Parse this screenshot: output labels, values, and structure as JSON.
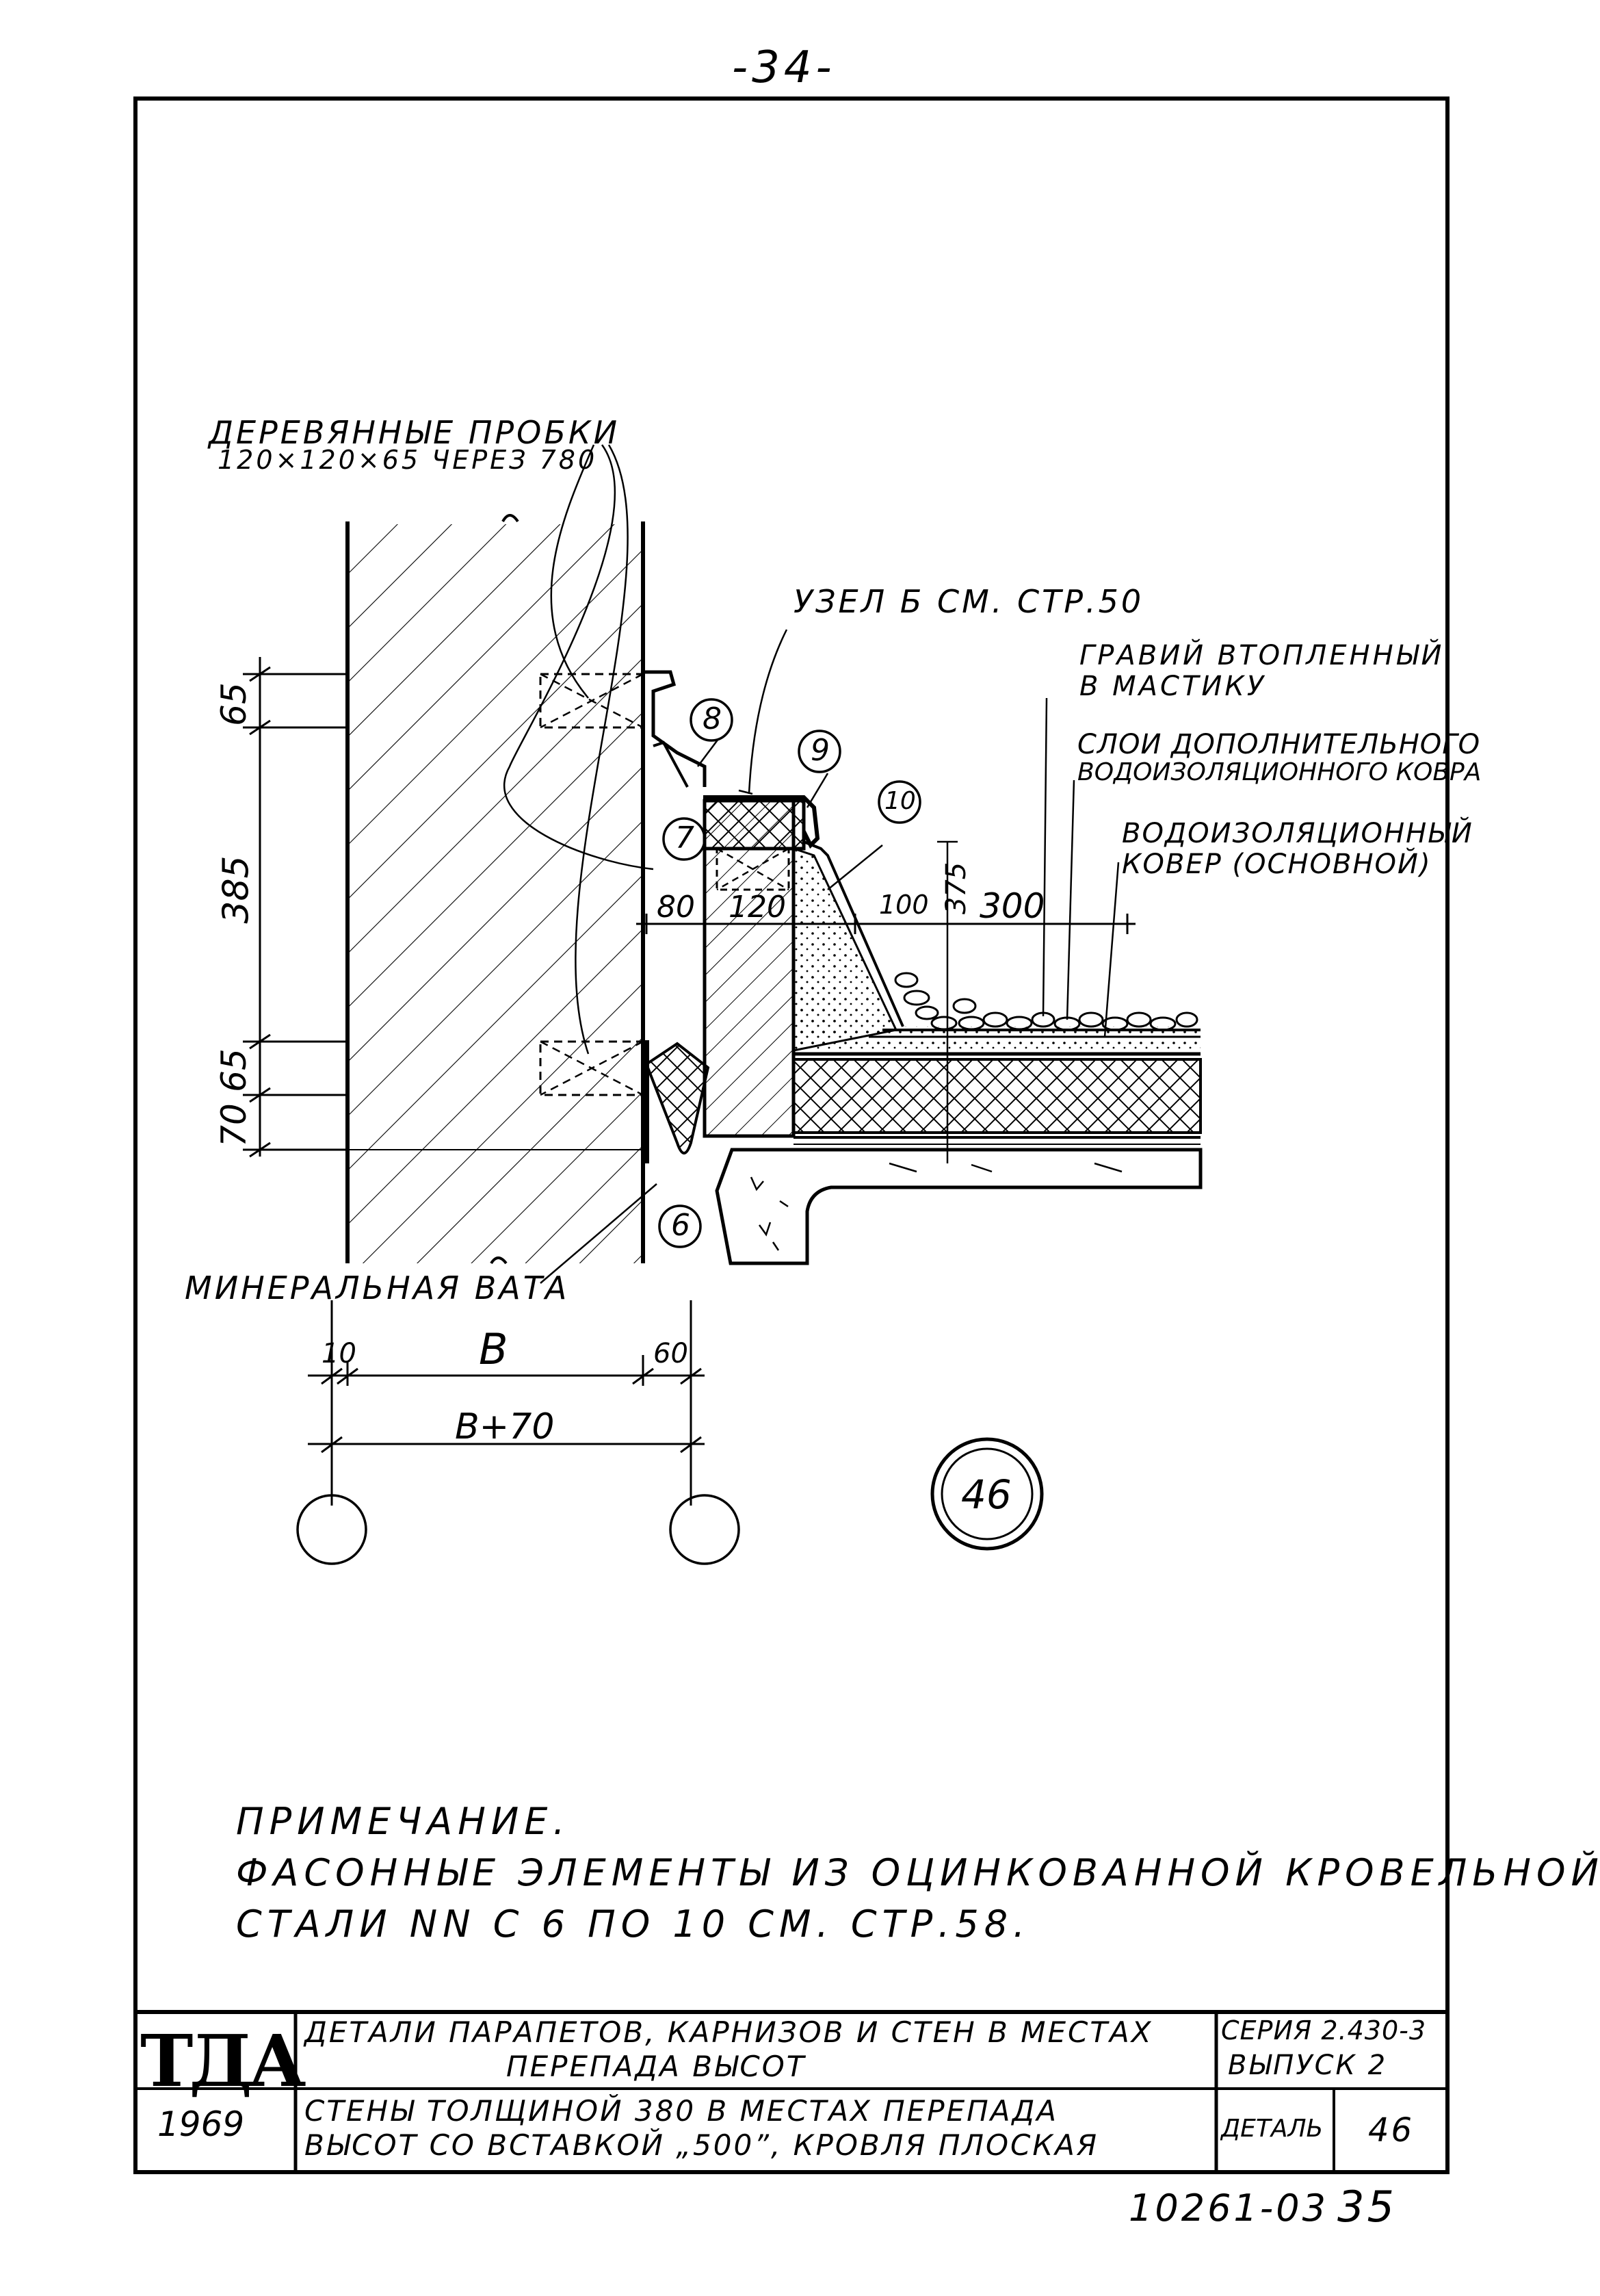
{
  "page_number": "-34-",
  "callouts": {
    "wood_plugs_line1": "ДЕРЕВЯННЫЕ ПРОБКИ",
    "wood_plugs_line2": "120×120×65 ЧЕРЕЗ 780",
    "node_ref": "УЗЕЛ Б СМ. СТР.50",
    "gravel_line1": "ГРАВИЙ ВТОПЛЕННЫЙ",
    "gravel_line2": "В МАСТИКУ",
    "extra_layers_line1": "СЛОИ ДОПОЛНИТЕЛЬНОГО",
    "extra_layers_line2": "ВОДОИЗОЛЯЦИОННОГО КОВРА",
    "main_carpet_line1": "ВОДОИЗОЛЯЦИОННЫЙ",
    "main_carpet_line2": "КОВЕР (ОСНОВНОЙ)",
    "mineral_wool": "МИНЕРАЛЬНАЯ ВАТА"
  },
  "markers": [
    "6",
    "7",
    "8",
    "9",
    "10"
  ],
  "dimensions": {
    "left_65_top": "65",
    "left_385": "385",
    "left_65_bottom": "65",
    "left_70": "70",
    "d80": "80",
    "d120": "120",
    "d100": "100",
    "d375": "375",
    "d300": "300",
    "d10": "10",
    "dB": "B",
    "d60": "60",
    "dB70": "B+70"
  },
  "detail_id": "46",
  "note": {
    "title": "ПРИМЕЧАНИЕ.",
    "line1": "ФАСОННЫЕ ЭЛЕМЕНТЫ ИЗ ОЦИНКОВАННОЙ КРОВЕЛЬНОЙ",
    "line2": "СТАЛИ NN С 6 ПО 10 СМ. СТР.58."
  },
  "title_block": {
    "logo": "ТДА",
    "year": "1969",
    "title_line1": "ДЕТАЛИ ПАРАПЕТОВ, КАРНИЗОВ И СТЕН В МЕСТАХ",
    "title_line2": "ПЕРЕПАДА ВЫСОТ",
    "series": "СЕРИЯ 2.430-3",
    "issue": "ВЫПУСК 2",
    "subtitle_line1": "СТЕНЫ ТОЛЩИНОЙ 380 В МЕСТАХ ПЕРЕПАДА",
    "subtitle_line2": "ВЫСОТ СО ВСТАВКОЙ „500”, КРОВЛЯ ПЛОСКАЯ",
    "detail_label": "ДЕТАЛЬ",
    "detail_number": "46"
  },
  "footer_code": "10261-03",
  "footer_page": "35"
}
